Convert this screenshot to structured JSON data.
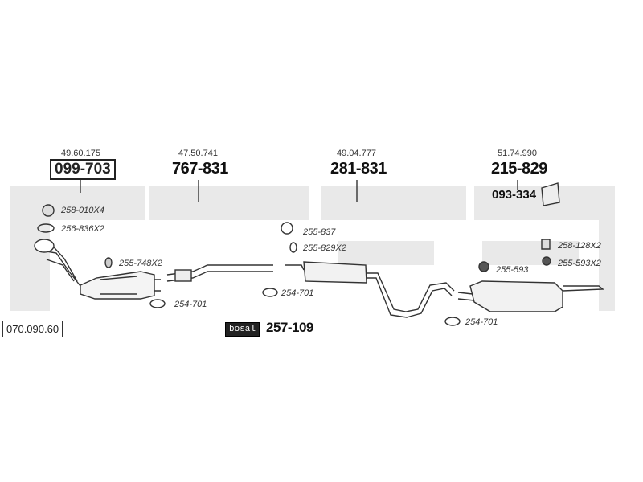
{
  "catalog_number": "070.090.60",
  "brand_logo": "bosal",
  "kit_number": "257-109",
  "sections": [
    {
      "ref": "49.60.175",
      "part_number": "099-703",
      "boxed": true
    },
    {
      "ref": "47.50.741",
      "part_number": "767-831",
      "boxed": false
    },
    {
      "ref": "49.04.777",
      "part_number": "281-831",
      "boxed": false
    },
    {
      "ref": "51.74.990",
      "part_number": "215-829",
      "boxed": false
    }
  ],
  "sub_part": "093-334",
  "parts": {
    "p1": "258-010X4",
    "p2": "256-836X2",
    "p3": "255-748X2",
    "p4": "254-701",
    "p5": "254-701",
    "p6": "255-837",
    "p7": "255-829X2",
    "p8": "255-593",
    "p9": "258-128X2",
    "p10": "255-593X2",
    "p11": "254-701"
  },
  "colors": {
    "watermark": "#e9e9e9",
    "line": "#333333"
  }
}
